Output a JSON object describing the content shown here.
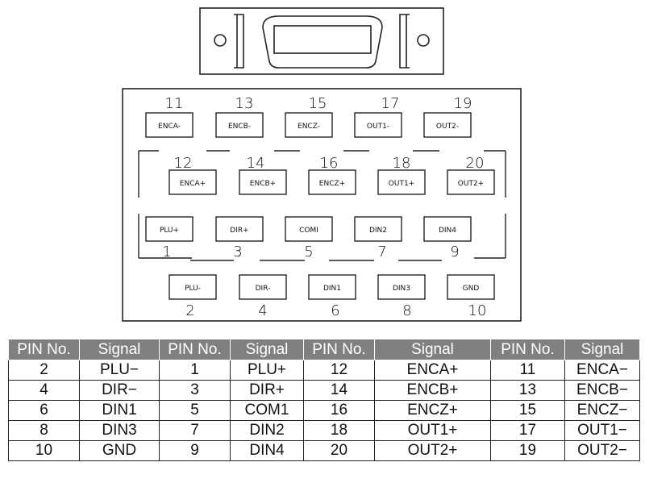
{
  "pins": [
    {
      "num": "11",
      "label": "ENCA-"
    },
    {
      "num": "13",
      "label": "ENCB-"
    },
    {
      "num": "15",
      "label": "ENCZ-"
    },
    {
      "num": "17",
      "label": "OUT1-"
    },
    {
      "num": "19",
      "label": "OUT2-"
    },
    {
      "num": "12",
      "label": "ENCA+"
    },
    {
      "num": "14",
      "label": "ENCB+"
    },
    {
      "num": "16",
      "label": "ENCZ+"
    },
    {
      "num": "18",
      "label": "OUT1+"
    },
    {
      "num": "20",
      "label": "OUT2+"
    },
    {
      "num": "1",
      "label": "PLU+"
    },
    {
      "num": "3",
      "label": "DIR+"
    },
    {
      "num": "5",
      "label": "COMI"
    },
    {
      "num": "7",
      "label": "DIN2"
    },
    {
      "num": "9",
      "label": "DIN4"
    },
    {
      "num": "2",
      "label": "PLU-"
    },
    {
      "num": "4",
      "label": "DIR-"
    },
    {
      "num": "6",
      "label": "DIN1"
    },
    {
      "num": "8",
      "label": "DIN3"
    },
    {
      "num": "10",
      "label": "GND"
    }
  ],
  "table": {
    "headers": [
      "PIN No.",
      "Signal",
      "PIN No.",
      "Signal",
      "PIN No.",
      "Signal",
      "PIN No.",
      "Signal"
    ],
    "rows": [
      [
        "2",
        "PLU−",
        "1",
        "PLU+",
        "12",
        "ENCA+",
        "11",
        "ENCA−"
      ],
      [
        "4",
        "DIR−",
        "3",
        "DIR+",
        "14",
        "ENCB+",
        "13",
        "ENCB−"
      ],
      [
        "6",
        "DIN1",
        "5",
        "COM1",
        "16",
        "ENCZ+",
        "15",
        "ENCZ−"
      ],
      [
        "8",
        "DIN3",
        "7",
        "DIN2",
        "18",
        "OUT1+",
        "17",
        "OUT1−"
      ],
      [
        "10",
        "GND",
        "9",
        "DIN4",
        "20",
        "OUT2+",
        "19",
        "OUT2−"
      ]
    ]
  },
  "colors": {
    "header_bg": "#808080",
    "header_text": "#ffffff",
    "line": "#222222"
  }
}
